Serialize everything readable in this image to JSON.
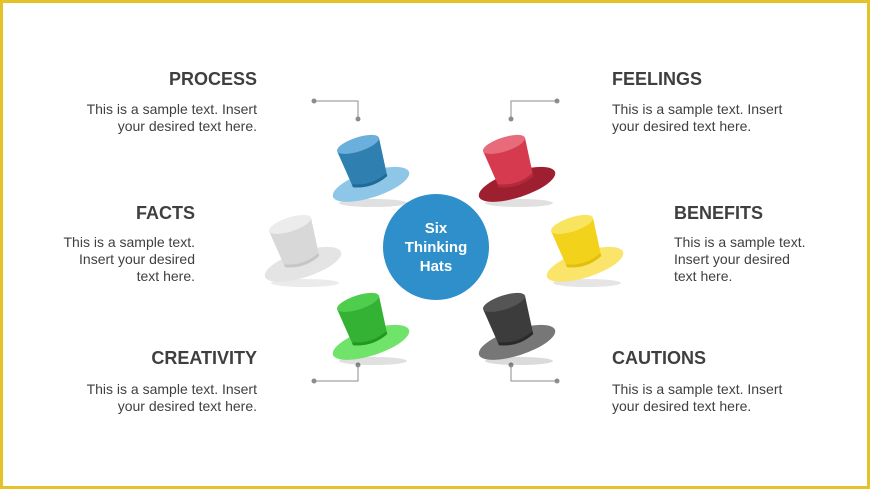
{
  "center": {
    "line1": "Six",
    "line2": "Thinking",
    "line3": "Hats",
    "color": "#2e8fcb"
  },
  "items": {
    "process": {
      "title": "PROCESS",
      "line1": "This is a sample text. Insert",
      "line2": "your desired text here."
    },
    "feelings": {
      "title": "FEELINGS",
      "line1": "This is a sample text. Insert",
      "line2": "your desired text here."
    },
    "facts": {
      "title": "FACTS",
      "line1": "This is a sample text.",
      "line2": "Insert your desired",
      "line3": "text here."
    },
    "benefits": {
      "title": "BENEFITS",
      "line1": "This is a sample text.",
      "line2": "Insert your desired",
      "line3": "text here."
    },
    "creativity": {
      "title": "CREATIVITY",
      "line1": "This is a sample text. Insert",
      "line2": "your desired text here."
    },
    "cautions": {
      "title": "CAUTIONS",
      "line1": "This is a sample text. Insert",
      "line2": "your desired text here."
    }
  },
  "hats": [
    {
      "name": "blue",
      "color": "#2f7fb0",
      "dark": "#1f6a99",
      "brim": "#8ec6e8"
    },
    {
      "name": "red",
      "color": "#d63a4f",
      "dark": "#b22a3c",
      "brim": "#9e1f2f"
    },
    {
      "name": "white",
      "color": "#dcdcdc",
      "dark": "#c6c6c6",
      "brim": "#ebebeb"
    },
    {
      "name": "yellow",
      "color": "#f3d21b",
      "dark": "#e2bf0e",
      "brim": "#fae46a"
    },
    {
      "name": "green",
      "color": "#34b233",
      "dark": "#229822",
      "brim": "#6fe36a"
    },
    {
      "name": "black",
      "color": "#3c3c3c",
      "dark": "#2a2a2a",
      "brim": "#777777"
    }
  ],
  "colors": {
    "border": "#e3c22a",
    "heading": "#3f3f3f",
    "connector": "#8c8c8c"
  }
}
